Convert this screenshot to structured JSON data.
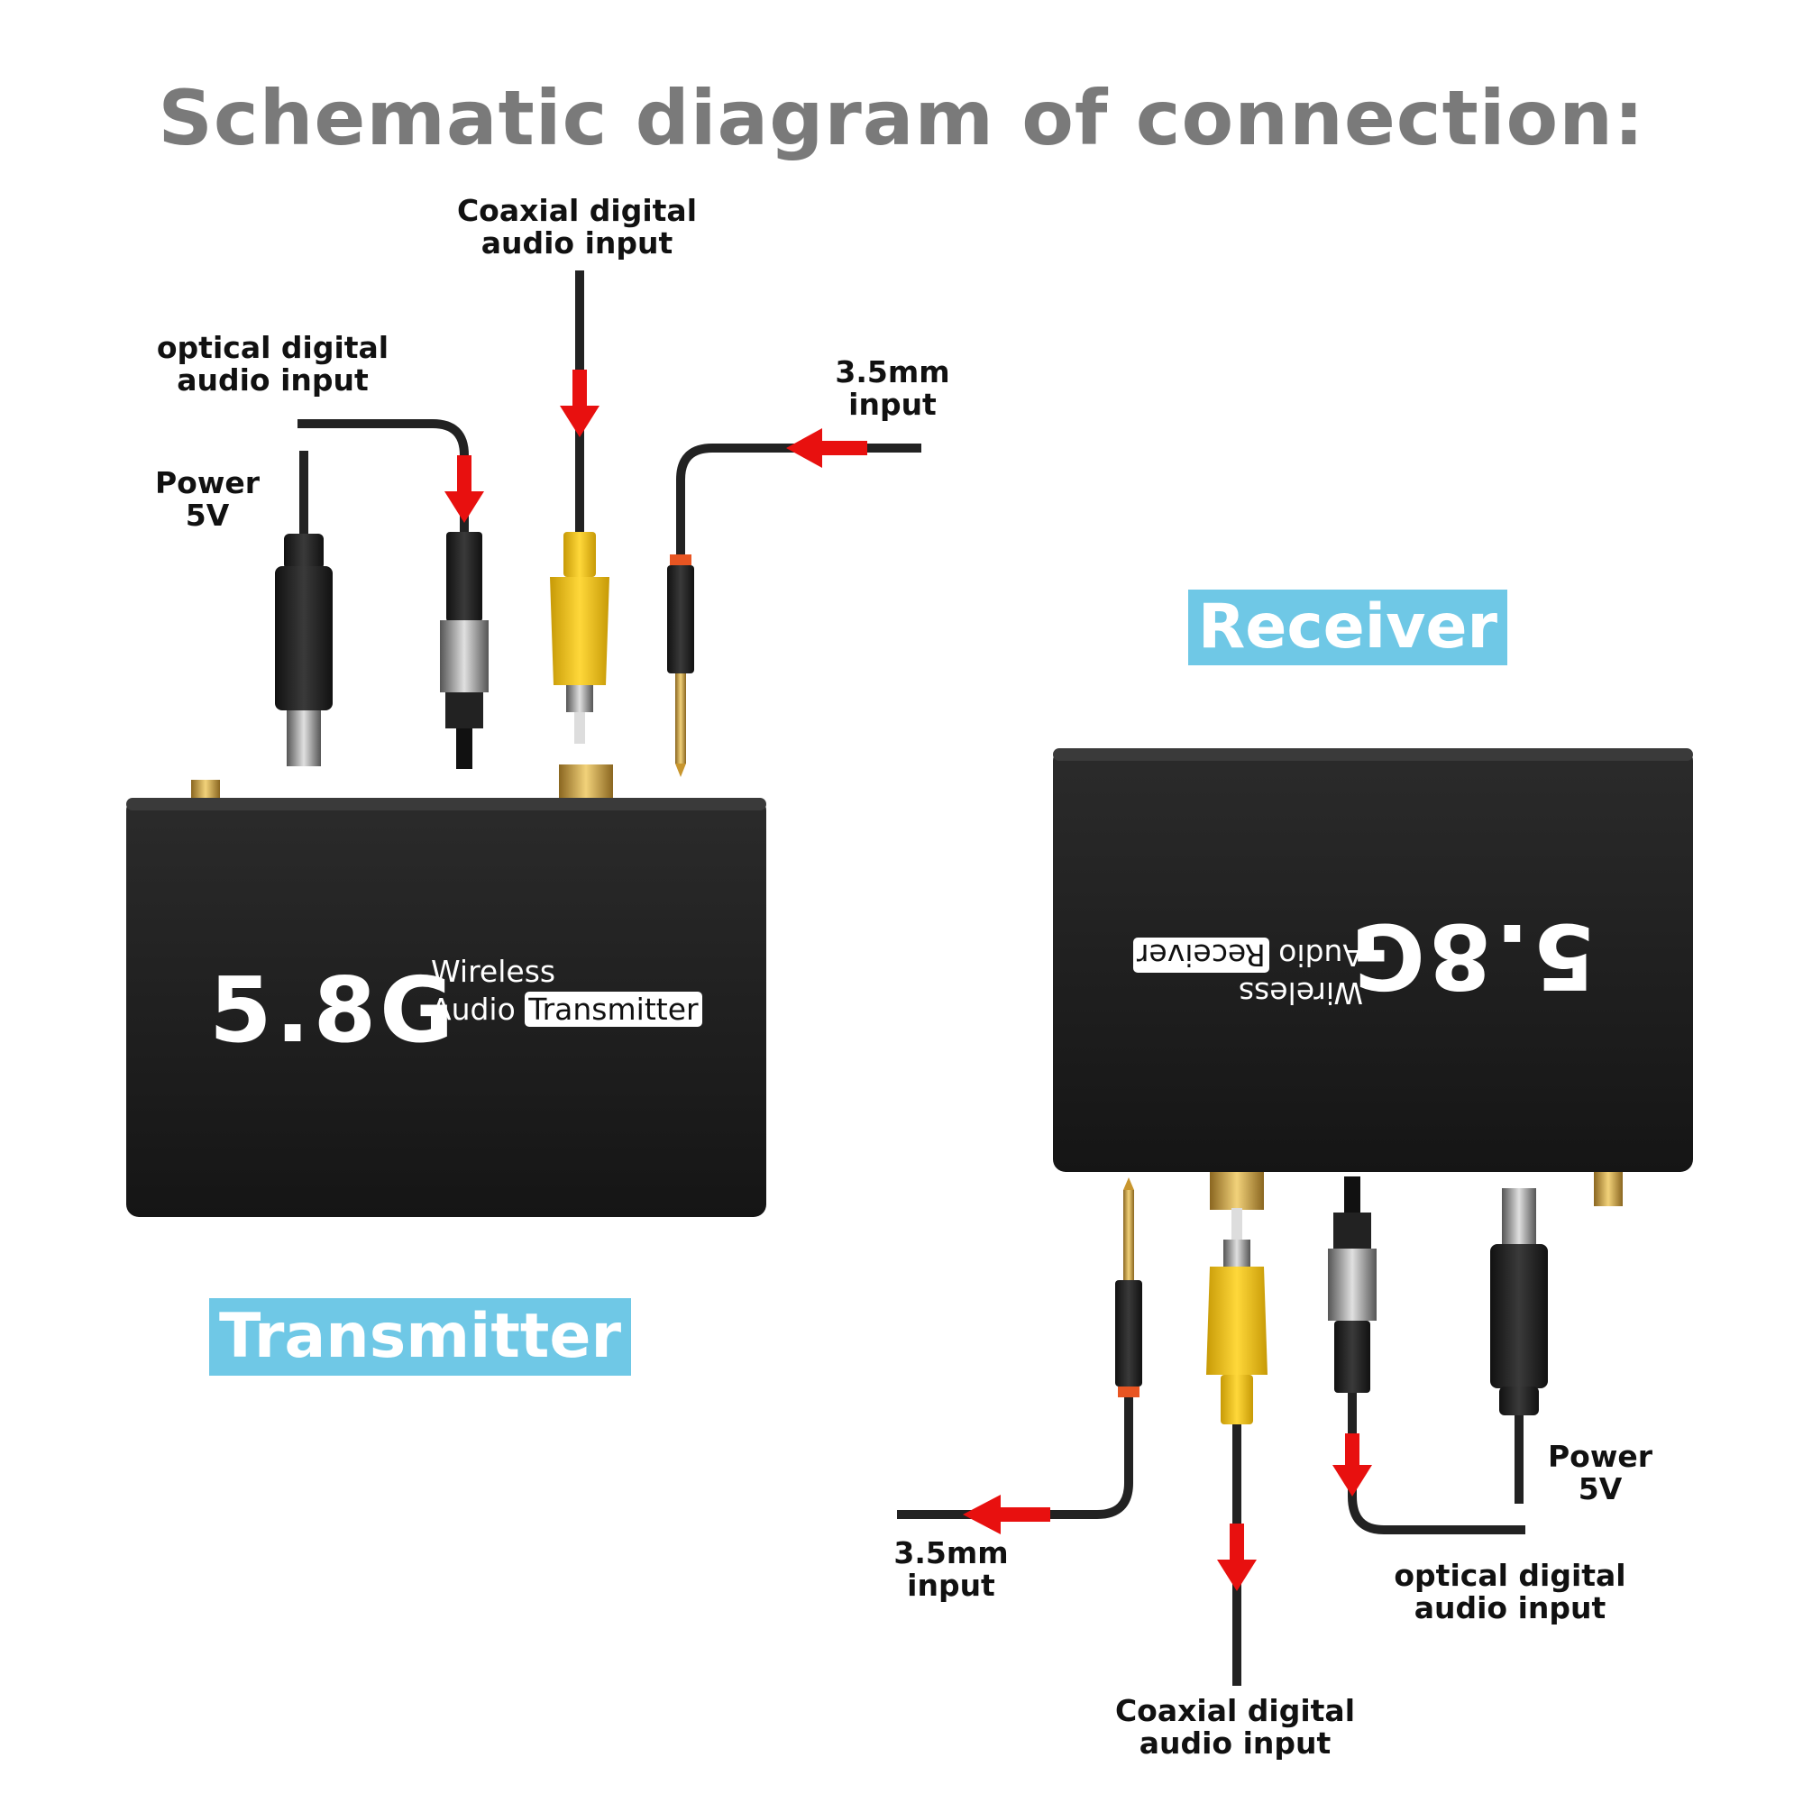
{
  "title": "Schematic diagram of connection:",
  "transmitter": {
    "tag": "Transmitter",
    "labels": {
      "coaxial": "Coaxial digital\naudio input",
      "optical": "optical digital\naudio input",
      "aux": "3.5mm\ninput",
      "power": "Power\n5V"
    },
    "device": {
      "big": "5.8G",
      "line1": "Wireless",
      "line2_a": "Audio",
      "line2_b": "Transmitter"
    }
  },
  "receiver": {
    "tag": "Receiver",
    "labels": {
      "coaxial": "Coaxial digital\naudio input",
      "optical": "optical digital\naudio input",
      "aux": "3.5mm\ninput",
      "power": "Power\n5V"
    },
    "device": {
      "big": "5.8G",
      "line1": "Wireless",
      "line2_a": "Audio",
      "line2_b": "Receiver"
    }
  },
  "colors": {
    "arrow": "#e8100f",
    "tag": "#6fc8e6",
    "device": "#1f1f1f",
    "rca": "#f2c318",
    "gold": "#c89a3a"
  }
}
